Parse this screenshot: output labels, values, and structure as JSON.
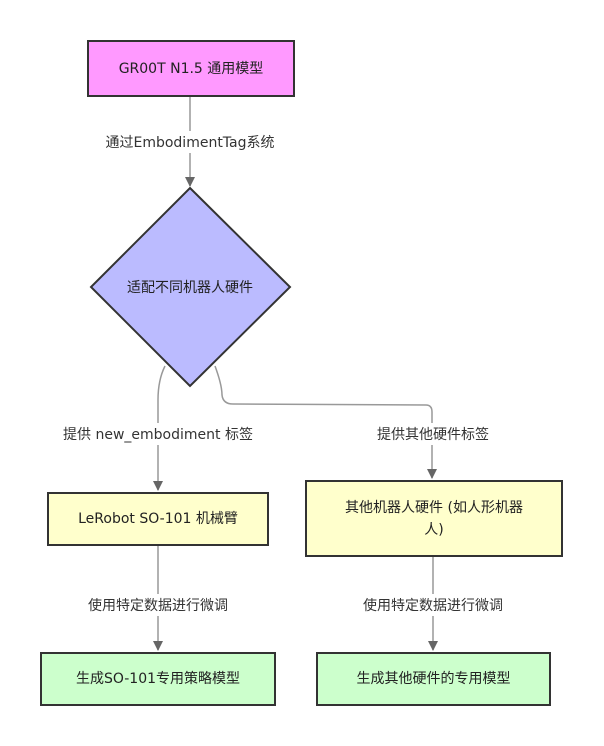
{
  "nodes": {
    "start": "GR00T N1.5 通用模型",
    "decision": "适配不同机器人硬件",
    "lerobot": "LeRobot SO-101 机械臂",
    "other": "其他机器人硬件 (如人形机器人)",
    "model_so101": "生成SO-101专用策略模型",
    "model_other": "生成其他硬件的专用模型"
  },
  "edges": {
    "start_to_decision": "通过EmbodimentTag系统",
    "decision_to_lerobot": "提供 new_embodiment 标签",
    "decision_to_other": "提供其他硬件标签",
    "lerobot_to_model": "使用特定数据进行微调",
    "other_to_model": "使用特定数据进行微调"
  },
  "colors": {
    "start": "#ff99ff",
    "decision": "#bbbbff",
    "hardware": "#ffffcc",
    "model": "#ccffcc",
    "stroke": "#333333",
    "edge": "#888888"
  }
}
